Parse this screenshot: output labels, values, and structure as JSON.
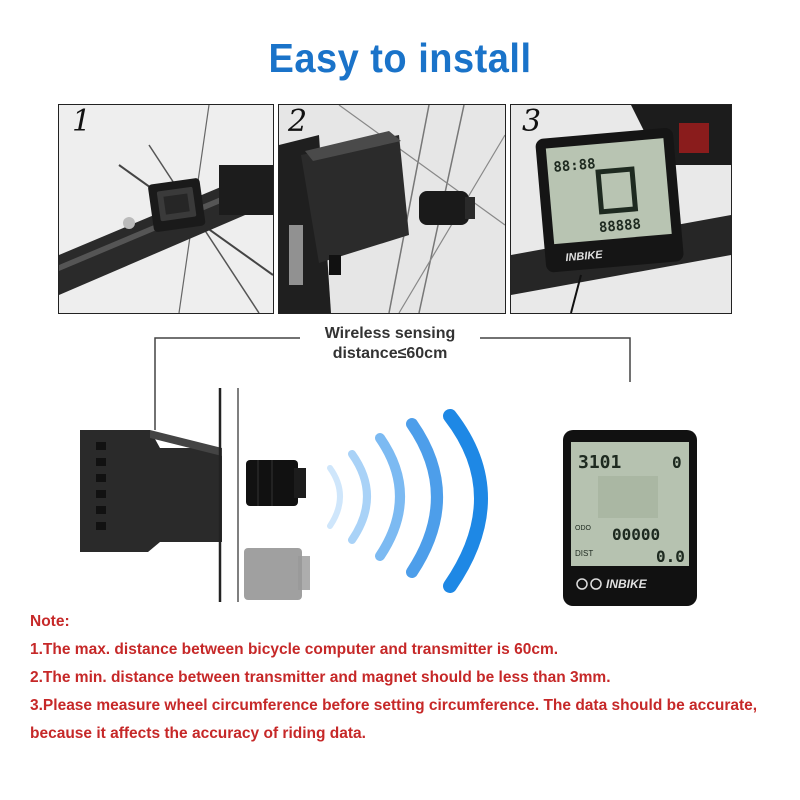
{
  "header": {
    "title": "Easy to install"
  },
  "steps": [
    {
      "number": "1"
    },
    {
      "number": "2"
    },
    {
      "number": "3"
    }
  ],
  "diagram": {
    "range_line1": "Wireless sensing",
    "range_line2": "distance≤60cm",
    "display": {
      "clock": "3101",
      "speed_small": "0",
      "odo_label": "ODO",
      "odo_value": "00000",
      "dist_label": "DIST",
      "dist_value": "0.0",
      "brand": "INBIKE"
    },
    "wave_color": "#1e88e5"
  },
  "notes": {
    "heading": "Note:",
    "items": [
      "1.The max. distance between bicycle computer and transmitter is 60cm.",
      "2.The min. distance between transmitter and magnet should be less than 3mm.",
      "3.Please measure wheel circumference before setting circumference. The data should be accurate, because it affects the accuracy of riding data."
    ]
  },
  "colors": {
    "title": "#1a73c9",
    "notes": "#c62828"
  }
}
